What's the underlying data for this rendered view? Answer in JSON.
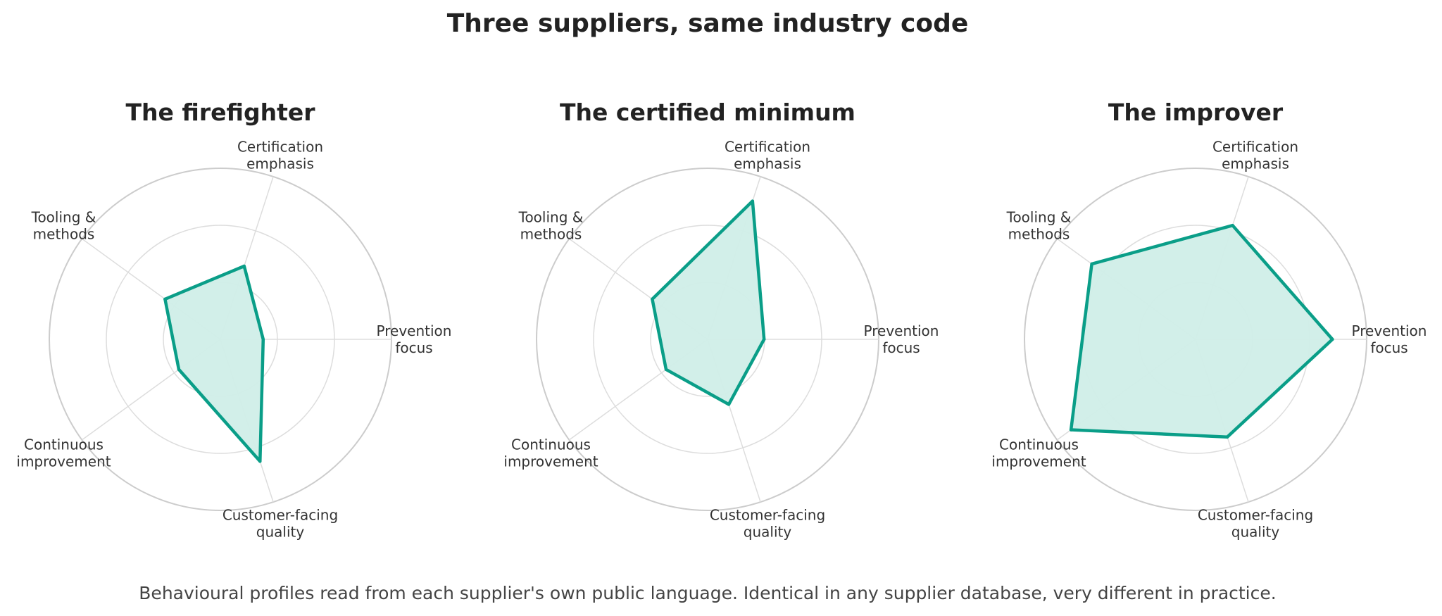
{
  "title": "Three suppliers, same industry code",
  "caption": "Behavioural profiles read from each supplier's own public language. Identical in any supplier database, very different in practice.",
  "chart_data": [
    {
      "type": "radar",
      "title": "The firefighter",
      "axes": [
        [
          "Prevention",
          "focus"
        ],
        [
          "Certification",
          "emphasis"
        ],
        [
          "Tooling &",
          "methods"
        ],
        [
          "Continuous",
          "improvement"
        ],
        [
          "Customer-facing",
          "quality"
        ]
      ],
      "values": [
        0.25,
        0.45,
        0.4,
        0.3,
        0.75
      ],
      "rlim": [
        0,
        1
      ],
      "grid": true,
      "colors": {
        "line": "#0a9e88",
        "fill": "#d0eee8",
        "grid": "#dddddd",
        "outer_ring": "#cccccc"
      }
    },
    {
      "type": "radar",
      "title": "The certified minimum",
      "axes": [
        [
          "Prevention",
          "focus"
        ],
        [
          "Certification",
          "emphasis"
        ],
        [
          "Tooling &",
          "methods"
        ],
        [
          "Continuous",
          "improvement"
        ],
        [
          "Customer-facing",
          "quality"
        ]
      ],
      "values": [
        0.33,
        0.85,
        0.4,
        0.3,
        0.4
      ],
      "rlim": [
        0,
        1
      ],
      "grid": true,
      "colors": {
        "line": "#0a9e88",
        "fill": "#d0eee8",
        "grid": "#dddddd",
        "outer_ring": "#cccccc"
      }
    },
    {
      "type": "radar",
      "title": "The improver",
      "axes": [
        [
          "Prevention",
          "focus"
        ],
        [
          "Certification",
          "emphasis"
        ],
        [
          "Tooling &",
          "methods"
        ],
        [
          "Continuous",
          "improvement"
        ],
        [
          "Customer-facing",
          "quality"
        ]
      ],
      "values": [
        0.8,
        0.7,
        0.75,
        0.9,
        0.6
      ],
      "rlim": [
        0,
        1
      ],
      "grid": true,
      "colors": {
        "line": "#0a9e88",
        "fill": "#d0eee8",
        "grid": "#dddddd",
        "outer_ring": "#cccccc"
      }
    }
  ]
}
